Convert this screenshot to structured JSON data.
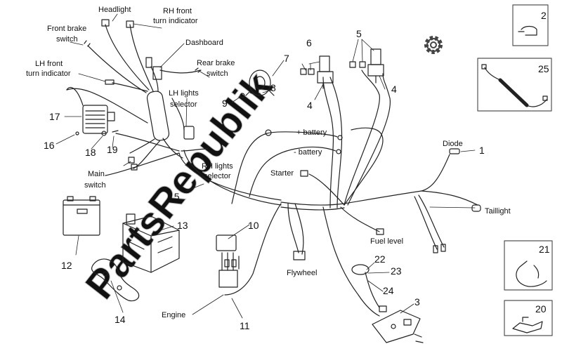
{
  "watermark": "PartsRepublik",
  "labels": {
    "headlight": "Headlight",
    "rh_front_turn_1": "RH front",
    "rh_front_turn_2": "turn indicator",
    "front_brake_1": "Front brake",
    "front_brake_2": "switch",
    "dashboard": "Dashboard",
    "rear_brake_1": "Rear brake",
    "rear_brake_2": "switch",
    "lh_front_turn_1": "LH front",
    "lh_front_turn_2": "turn indicator",
    "lh_lights_1": "LH lights",
    "lh_lights_2": "selector",
    "plus_battery": "+  battery",
    "minus_battery": "-  battery",
    "diode": "Diode",
    "main_switch_1": "Main",
    "main_switch_2": "switch",
    "rh_lights_1": "RH lights",
    "rh_lights_2": "selector",
    "starter": "Starter",
    "taillight": "Taillight",
    "fuel_level": "Fuel level",
    "flywheel": "Flywheel",
    "engine": "Engine"
  },
  "numbers": {
    "n1": "1",
    "n2": "2",
    "n3": "3",
    "n4a": "4",
    "n4b": "4",
    "n5": "5",
    "n6": "6",
    "n7": "7",
    "n8": "8",
    "n9": "9",
    "n10": "10",
    "n11": "11",
    "n12": "12",
    "n13": "13",
    "n14": "14",
    "n15": "15",
    "n16": "16",
    "n17": "17",
    "n18": "18",
    "n19": "19",
    "n20": "20",
    "n21": "21",
    "n22": "22",
    "n23": "23",
    "n24": "24",
    "n25": "25"
  },
  "colors": {
    "line": "#222222",
    "watermark": "#c8c8c8",
    "box": "#555555"
  }
}
